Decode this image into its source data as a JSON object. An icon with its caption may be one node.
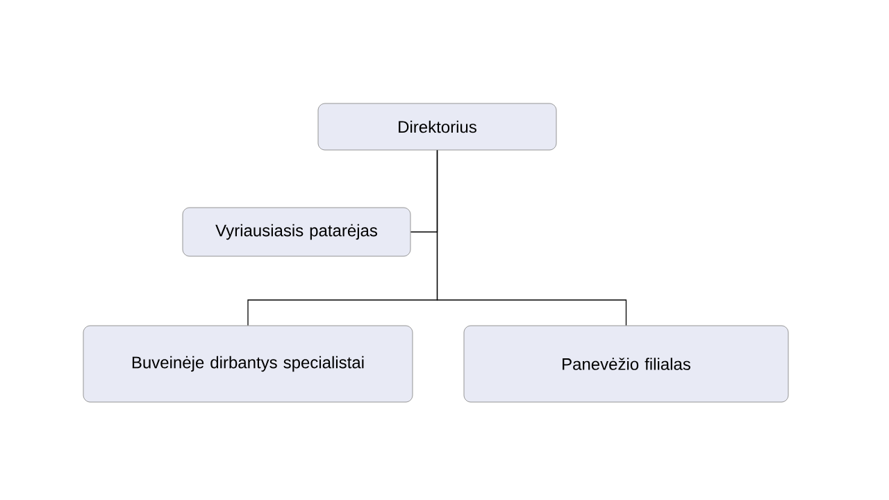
{
  "diagram": {
    "nodes": [
      {
        "text": [
          "Direktorius"
        ]
      },
      {
        "text": [
          "Vyriausiasis patarėjas"
        ]
      },
      {
        "text": [
          "Buveinėje dirbantys specialistai"
        ]
      },
      {
        "text": [
          "Panevėžio filialas"
        ]
      }
    ],
    "edges": [
      {
        "from": 0,
        "to": 1,
        "arrow": "none"
      },
      {
        "from": 0,
        "to": 2,
        "arrow": "none"
      },
      {
        "from": 0,
        "to": 3,
        "arrow": "none"
      }
    ]
  }
}
